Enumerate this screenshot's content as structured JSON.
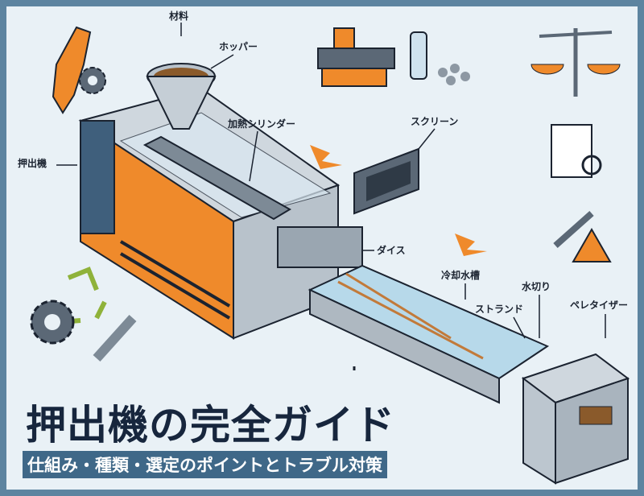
{
  "title": "押出機の完全ガイド",
  "subtitle": "仕組み・種類・選定のポイントとトラブル対策",
  "labels": {
    "material": "材料",
    "hopper": "ホッパー",
    "extruder": "押出機",
    "heating_cylinder": "加熱シリンダー",
    "screen": "スクリーン",
    "die": "ダイス",
    "cooling_tank": "冷却水槽",
    "strand": "ストランド",
    "dewatering": "水切り",
    "pelletizer": "ペレタイザー"
  },
  "colors": {
    "frame": "#5d84a0",
    "background": "#e9f1f6",
    "accent_orange": "#ef8a2b",
    "navy": "#17263d",
    "subtitle_bg": "#3f6888"
  }
}
